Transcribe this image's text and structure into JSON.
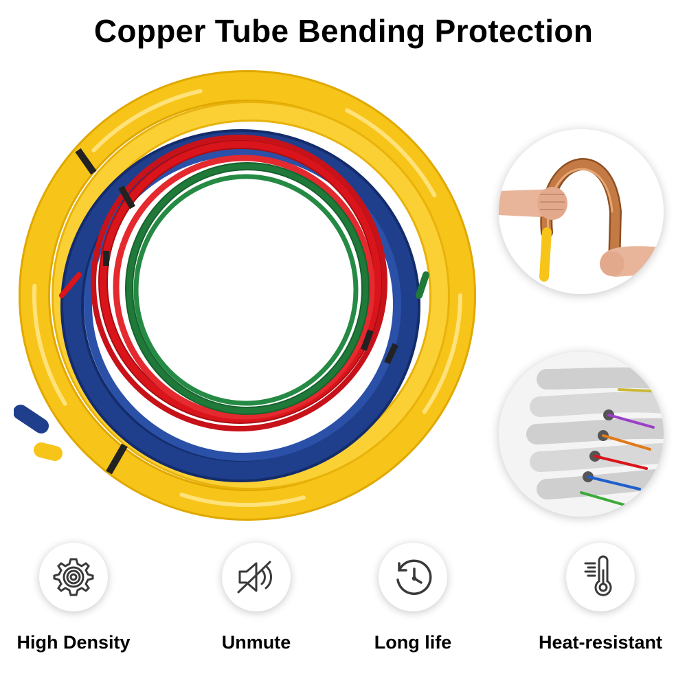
{
  "title": "Copper Tube Bending Protection",
  "colors": {
    "yellow_tube": "#F7C419",
    "blue_tube": "#1F3F8C",
    "red_tube": "#D9151B",
    "green_tube": "#1F7A3A",
    "copper": "#C47A44",
    "icon_stroke": "#3a3a3a"
  },
  "photos": [
    {
      "name": "hand-bending-copper-tube-photo"
    },
    {
      "name": "insulated-pipes-closeup-photo"
    }
  ],
  "features": [
    {
      "icon": "gear-icon",
      "label": "High Density"
    },
    {
      "icon": "mute-speaker-icon",
      "label": "Unmute"
    },
    {
      "icon": "clock-history-icon",
      "label": "Long life"
    },
    {
      "icon": "thermometer-icon",
      "label": "Heat-resistant"
    }
  ]
}
